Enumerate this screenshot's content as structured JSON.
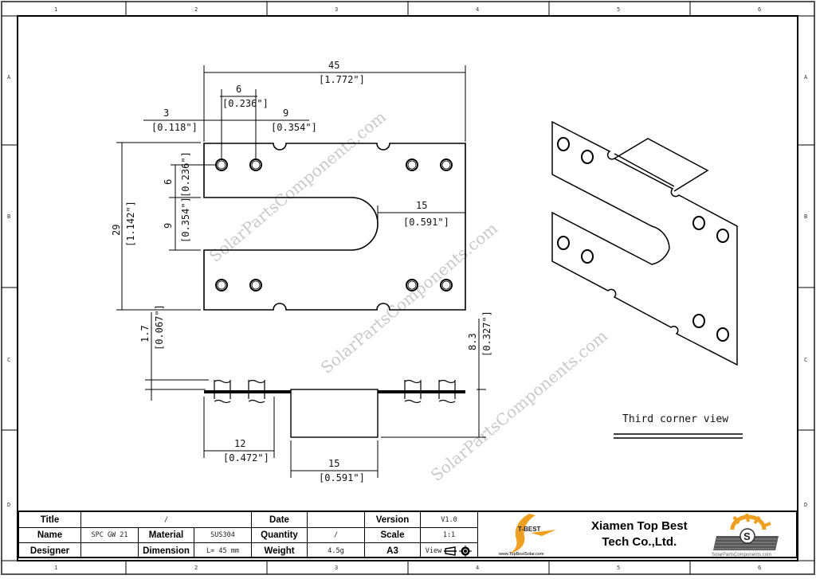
{
  "drawing": {
    "zones": {
      "columns": [
        "1",
        "2",
        "3",
        "4",
        "5",
        "6"
      ],
      "rows": [
        "A",
        "B",
        "C",
        "D"
      ]
    },
    "watermark": "SolarPartsComponents.com",
    "top_view": {
      "dimensions": {
        "overall_length": {
          "mm": "45",
          "inch": "[1.772\"]"
        },
        "hole_pitch": {
          "mm": "6",
          "inch": "[0.236\"]"
        },
        "edge_offset": {
          "mm": "3",
          "inch": "[0.118\"]"
        },
        "hole_to_notch": {
          "mm": "9",
          "inch": "[0.354\"]"
        },
        "overall_height": {
          "mm": "29",
          "inch": "[1.142\"]"
        },
        "hole_row_offset": {
          "mm": "6",
          "inch": "[0.236\"]"
        },
        "slot_width": {
          "mm": "9",
          "inch": "[0.354\"]"
        },
        "slot_end_margin": {
          "mm": "15",
          "inch": "[0.591\"]"
        }
      }
    },
    "side_view": {
      "dimensions": {
        "thickness": {
          "mm": "1.7",
          "inch": "[0.067\"]"
        },
        "tab_height": {
          "mm": "8.3",
          "inch": "[0.327\"]"
        },
        "hole_span": {
          "mm": "12",
          "inch": "[0.472\"]"
        },
        "tab_width": {
          "mm": "15",
          "inch": "[0.591\"]"
        }
      }
    },
    "iso_view": {
      "label": "Third corner view"
    }
  },
  "title_block": {
    "rows": [
      [
        {
          "label": "Title"
        },
        {
          "value": "/"
        },
        {
          "label": "Date"
        },
        {
          "value": ""
        },
        {
          "label": "Version"
        },
        {
          "value": "V1.0"
        }
      ],
      [
        {
          "label": "Name"
        },
        {
          "value": "SPC GW 21"
        },
        {
          "label": "Material"
        },
        {
          "value": "SUS304"
        },
        {
          "label": "Quantity"
        },
        {
          "value": "/"
        },
        {
          "label": "Scale"
        },
        {
          "value": "1:1"
        }
      ],
      [
        {
          "label": "Designer"
        },
        {
          "value": ""
        },
        {
          "label": "Dimension"
        },
        {
          "value": "L= 45 mm"
        },
        {
          "label": "Weight"
        },
        {
          "value": "4.5g"
        },
        {
          "label": "A3"
        },
        {
          "value": "View"
        }
      ]
    ],
    "logo_left": {
      "text": "T-BEST",
      "url_text": "www.TopBestSolar.com",
      "color": "#f0a020"
    },
    "company": {
      "line1": "Xiamen Top Best",
      "line2": "Tech Co.,Ltd."
    },
    "logo_right": {
      "letter": "S",
      "url_text": "SolarPartsComponents.com",
      "color": "#f0a020"
    }
  }
}
